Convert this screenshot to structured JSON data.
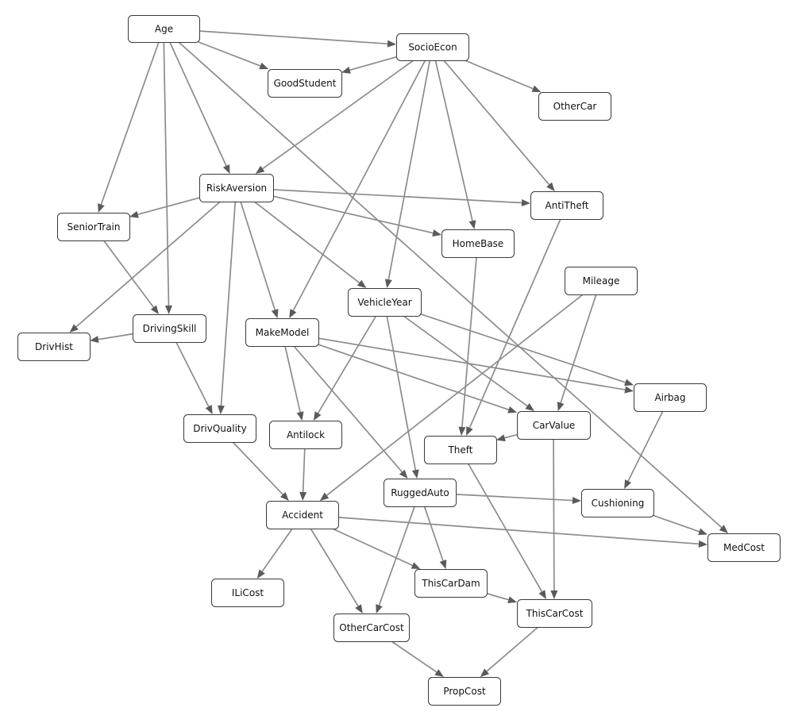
{
  "diagram": {
    "colors": {
      "edge": "#8c8c8c",
      "arrowhead": "#5a5a5a",
      "node_border": "#3a3a3a",
      "node_fill": "#ffffff",
      "text": "#111111"
    },
    "nodes": [
      {
        "id": "Age",
        "label": "Age"
      },
      {
        "id": "SocioEcon",
        "label": "SocioEcon"
      },
      {
        "id": "GoodStudent",
        "label": "GoodStudent"
      },
      {
        "id": "OtherCar",
        "label": "OtherCar"
      },
      {
        "id": "RiskAversion",
        "label": "RiskAversion"
      },
      {
        "id": "AntiTheft",
        "label": "AntiTheft"
      },
      {
        "id": "SeniorTrain",
        "label": "SeniorTrain"
      },
      {
        "id": "HomeBase",
        "label": "HomeBase"
      },
      {
        "id": "Mileage",
        "label": "Mileage"
      },
      {
        "id": "VehicleYear",
        "label": "VehicleYear"
      },
      {
        "id": "DrivingSkill",
        "label": "DrivingSkill"
      },
      {
        "id": "DrivHist",
        "label": "DrivHist"
      },
      {
        "id": "MakeModel",
        "label": "MakeModel"
      },
      {
        "id": "Airbag",
        "label": "Airbag"
      },
      {
        "id": "CarValue",
        "label": "CarValue"
      },
      {
        "id": "DrivQuality",
        "label": "DrivQuality"
      },
      {
        "id": "Antilock",
        "label": "Antilock"
      },
      {
        "id": "Theft",
        "label": "Theft"
      },
      {
        "id": "RuggedAuto",
        "label": "RuggedAuto"
      },
      {
        "id": "Cushioning",
        "label": "Cushioning"
      },
      {
        "id": "Accident",
        "label": "Accident"
      },
      {
        "id": "MedCost",
        "label": "MedCost"
      },
      {
        "id": "ILiCost",
        "label": "ILiCost"
      },
      {
        "id": "ThisCarDam",
        "label": "ThisCarDam"
      },
      {
        "id": "ThisCarCost",
        "label": "ThisCarCost"
      },
      {
        "id": "OtherCarCost",
        "label": "OtherCarCost"
      },
      {
        "id": "PropCost",
        "label": "PropCost"
      }
    ],
    "edges": [
      {
        "from": "Age",
        "to": "SocioEcon"
      },
      {
        "from": "Age",
        "to": "GoodStudent"
      },
      {
        "from": "Age",
        "to": "RiskAversion"
      },
      {
        "from": "Age",
        "to": "SeniorTrain"
      },
      {
        "from": "Age",
        "to": "DrivingSkill"
      },
      {
        "from": "Age",
        "to": "MedCost"
      },
      {
        "from": "SocioEcon",
        "to": "GoodStudent"
      },
      {
        "from": "SocioEcon",
        "to": "OtherCar"
      },
      {
        "from": "SocioEcon",
        "to": "RiskAversion"
      },
      {
        "from": "SocioEcon",
        "to": "AntiTheft"
      },
      {
        "from": "SocioEcon",
        "to": "HomeBase"
      },
      {
        "from": "SocioEcon",
        "to": "VehicleYear"
      },
      {
        "from": "SocioEcon",
        "to": "MakeModel"
      },
      {
        "from": "RiskAversion",
        "to": "AntiTheft"
      },
      {
        "from": "RiskAversion",
        "to": "SeniorTrain"
      },
      {
        "from": "RiskAversion",
        "to": "HomeBase"
      },
      {
        "from": "RiskAversion",
        "to": "VehicleYear"
      },
      {
        "from": "RiskAversion",
        "to": "MakeModel"
      },
      {
        "from": "RiskAversion",
        "to": "DrivHist"
      },
      {
        "from": "RiskAversion",
        "to": "DrivQuality"
      },
      {
        "from": "SeniorTrain",
        "to": "DrivingSkill"
      },
      {
        "from": "DrivingSkill",
        "to": "DrivHist"
      },
      {
        "from": "DrivingSkill",
        "to": "DrivQuality"
      },
      {
        "from": "AntiTheft",
        "to": "Theft"
      },
      {
        "from": "HomeBase",
        "to": "Theft"
      },
      {
        "from": "Mileage",
        "to": "CarValue"
      },
      {
        "from": "Mileage",
        "to": "Accident"
      },
      {
        "from": "VehicleYear",
        "to": "Antilock"
      },
      {
        "from": "VehicleYear",
        "to": "RuggedAuto"
      },
      {
        "from": "VehicleYear",
        "to": "CarValue"
      },
      {
        "from": "VehicleYear",
        "to": "Airbag"
      },
      {
        "from": "MakeModel",
        "to": "Antilock"
      },
      {
        "from": "MakeModel",
        "to": "RuggedAuto"
      },
      {
        "from": "MakeModel",
        "to": "CarValue"
      },
      {
        "from": "MakeModel",
        "to": "Airbag"
      },
      {
        "from": "CarValue",
        "to": "Theft"
      },
      {
        "from": "CarValue",
        "to": "ThisCarCost"
      },
      {
        "from": "Airbag",
        "to": "Cushioning"
      },
      {
        "from": "DrivQuality",
        "to": "Accident"
      },
      {
        "from": "Antilock",
        "to": "Accident"
      },
      {
        "from": "RuggedAuto",
        "to": "Cushioning"
      },
      {
        "from": "RuggedAuto",
        "to": "ThisCarDam"
      },
      {
        "from": "RuggedAuto",
        "to": "OtherCarCost"
      },
      {
        "from": "Cushioning",
        "to": "MedCost"
      },
      {
        "from": "Accident",
        "to": "MedCost"
      },
      {
        "from": "Accident",
        "to": "ILiCost"
      },
      {
        "from": "Accident",
        "to": "ThisCarDam"
      },
      {
        "from": "Accident",
        "to": "OtherCarCost"
      },
      {
        "from": "Theft",
        "to": "ThisCarCost"
      },
      {
        "from": "ThisCarDam",
        "to": "ThisCarCost"
      },
      {
        "from": "ThisCarCost",
        "to": "PropCost"
      },
      {
        "from": "OtherCarCost",
        "to": "PropCost"
      }
    ]
  }
}
